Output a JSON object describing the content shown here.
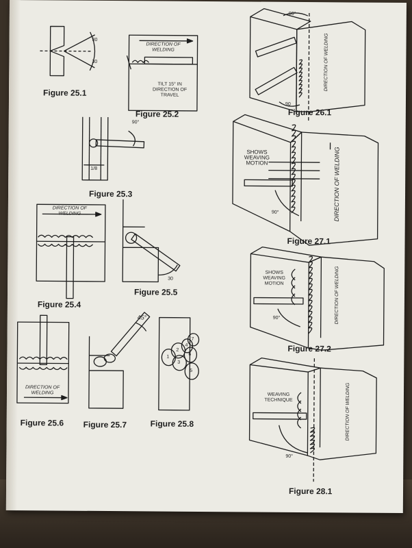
{
  "figures": {
    "f25_1": {
      "caption": "Figure 25.1",
      "angle_top": "30",
      "angle_bottom": "30"
    },
    "f25_2": {
      "caption": "Figure 25.2",
      "direction": "DIRECTION OF WELDING",
      "tilt": "TILT 15° IN DIRECTION OF TRAVEL"
    },
    "f25_3": {
      "caption": "Figure 25.3",
      "angle": "90°",
      "gap": "1/8"
    },
    "f25_4": {
      "caption": "Figure 25.4",
      "direction": "DIRECTION OF WELDING"
    },
    "f25_5": {
      "caption": "Figure 25.5",
      "angle": "30"
    },
    "f25_6": {
      "caption": "Figure 25.6",
      "direction": "DIRECTION OF WELDING"
    },
    "f25_7": {
      "caption": "Figure 25.7",
      "angle": "45°"
    },
    "f25_8": {
      "caption": "Figure 25.8",
      "passes": [
        "1",
        "2",
        "3",
        "4",
        "5",
        "6",
        "7"
      ]
    },
    "f26_1": {
      "caption": "Figure 26.1",
      "angle_top": "90°",
      "angle_bottom": "90",
      "direction": "DIRECTION OF WELDING"
    },
    "f27_1": {
      "caption": "Figure 27.1",
      "note": "SHOWS WEAVING MOTION",
      "angle": "90°",
      "direction": "DIRECTION OF WELDING"
    },
    "f27_2": {
      "caption": "Figure 27.2",
      "note": "SHOWS WEAVING MOTION",
      "angle": "90°",
      "direction": "DIRECTION OF WELDING"
    },
    "f28_1": {
      "caption": "Figure 28.1",
      "note": "WEAVING TECHNIQUE",
      "angle": "90°",
      "direction": "DIRECTION OF WELDING"
    }
  }
}
